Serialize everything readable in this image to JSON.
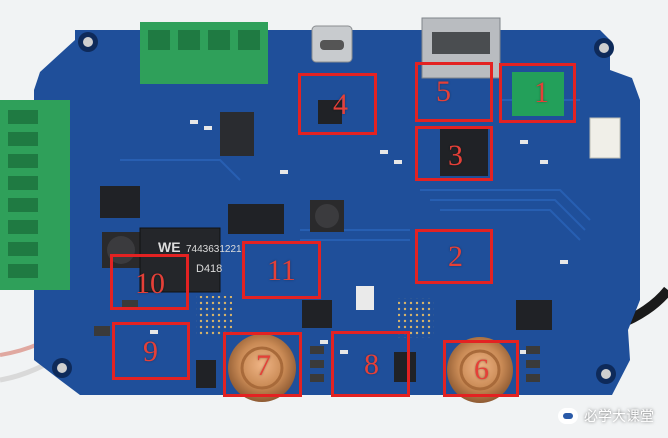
{
  "callouts": [
    "1",
    "2",
    "3",
    "4",
    "5",
    "6",
    "7",
    "8",
    "9",
    "10",
    "11"
  ],
  "chip_markings": {
    "inductor_brand": "WE",
    "inductor_part": "7443631221",
    "inductor_date": "D418"
  },
  "watermark": {
    "text": "必学大课堂",
    "icon": "wechat-icon"
  },
  "colors": {
    "pcb": "#1f4f9a",
    "pcb_dark": "#173f80",
    "terminal_green": "#2fa05a",
    "copper": "#c98a55",
    "callout_red": "#e32222"
  }
}
